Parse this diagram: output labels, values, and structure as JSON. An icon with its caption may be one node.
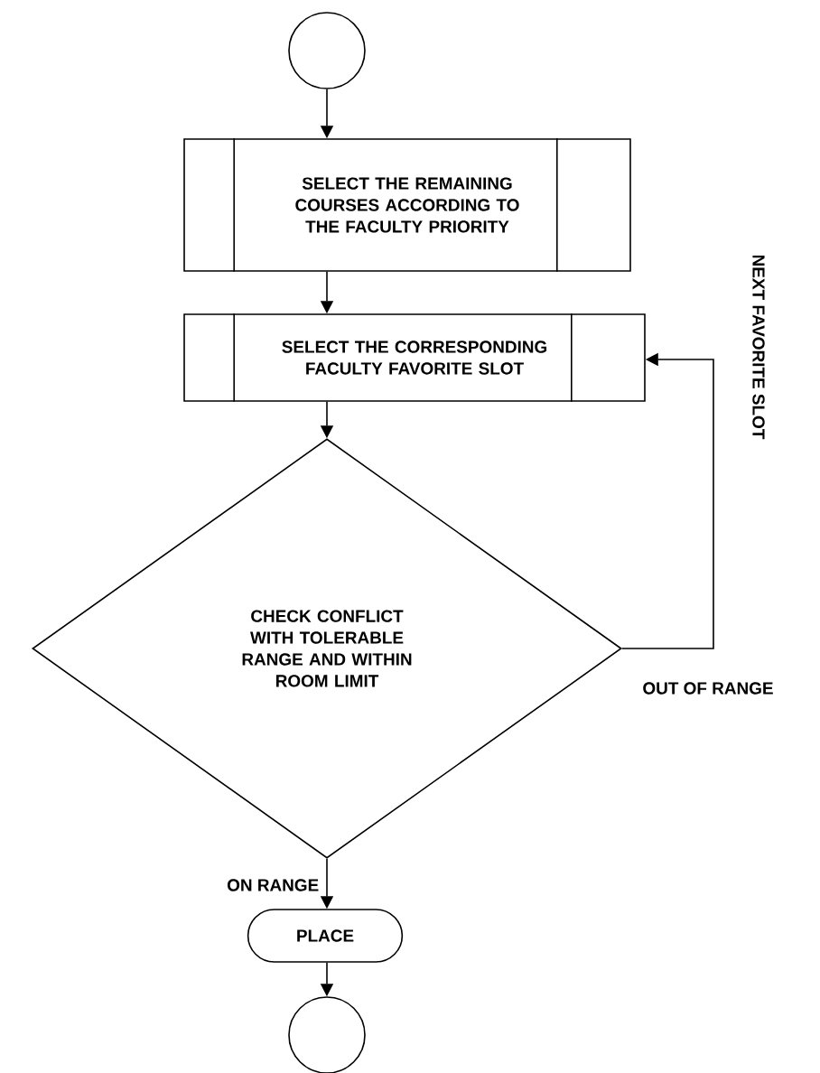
{
  "diagram": {
    "nodes": [
      {
        "text": [],
        "shape": "circle"
      },
      {
        "text": [
          "SELECT THE REMAINING COURSES ACCORDING TO THE FACULTY PRIORITY"
        ]
      },
      {
        "text": [
          "SELECT THE CORRESPONDING FACULTY FAVORITE SLOT"
        ]
      },
      {
        "text": [
          "CHECK CONFLICT WITH TOLERABLE RANGE AND WITHIN ROOM LIMIT"
        ]
      },
      {
        "text": [
          "PLACE"
        ]
      },
      {
        "text": [],
        "shape": "circle"
      }
    ],
    "edges": [
      {
        "from": 0,
        "to": 1,
        "arrow": "to"
      },
      {
        "from": 1,
        "to": 2,
        "arrow": "to"
      },
      {
        "from": 2,
        "to": 3,
        "arrow": "to"
      },
      {
        "from": 3,
        "to": 2,
        "arrow": "to",
        "label": "NEXT FAVORITE SLOT"
      },
      {
        "from": 3,
        "to": 4,
        "arrow": "to",
        "label": "ON RANGE"
      },
      {
        "from": 4,
        "to": 5,
        "arrow": "to"
      }
    ],
    "labels": [
      "OUT OF RANGE"
    ]
  }
}
